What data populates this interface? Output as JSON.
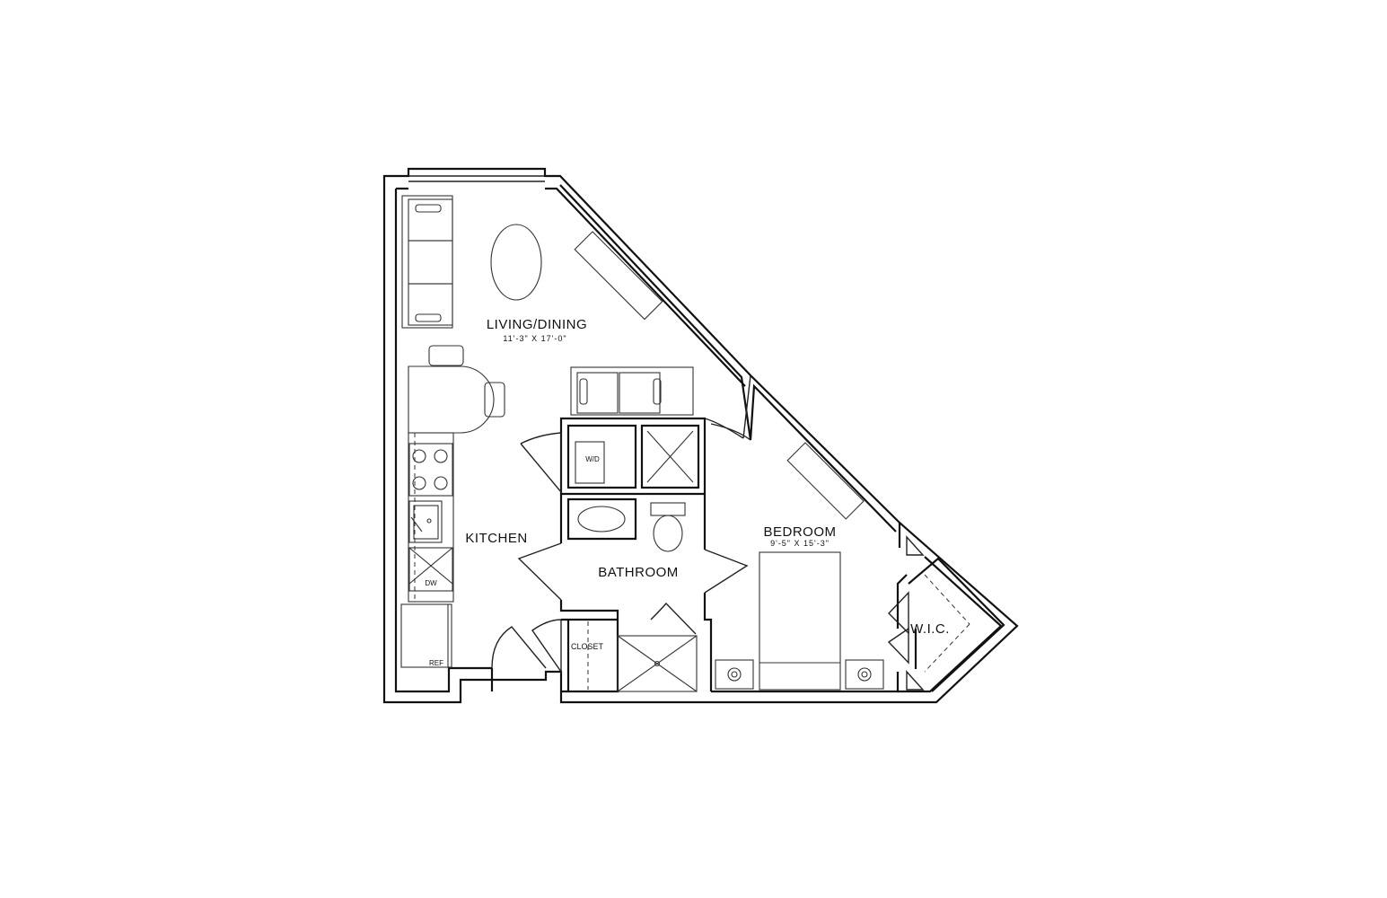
{
  "rooms": {
    "living": {
      "name": "LIVING/DINING",
      "dims": "11'-3\" X 17'-0\""
    },
    "kitchen": {
      "name": "KITCHEN"
    },
    "bathroom": {
      "name": "BATHROOM"
    },
    "bedroom": {
      "name": "BEDROOM",
      "dims": "9'-5\" X 15'-3\""
    },
    "wic": {
      "name": "W.I.C."
    },
    "closet": {
      "name": "CLOSET"
    }
  },
  "fixtures": {
    "washer_dryer": "W/D",
    "dishwasher": "DW",
    "refrigerator": "REF"
  }
}
